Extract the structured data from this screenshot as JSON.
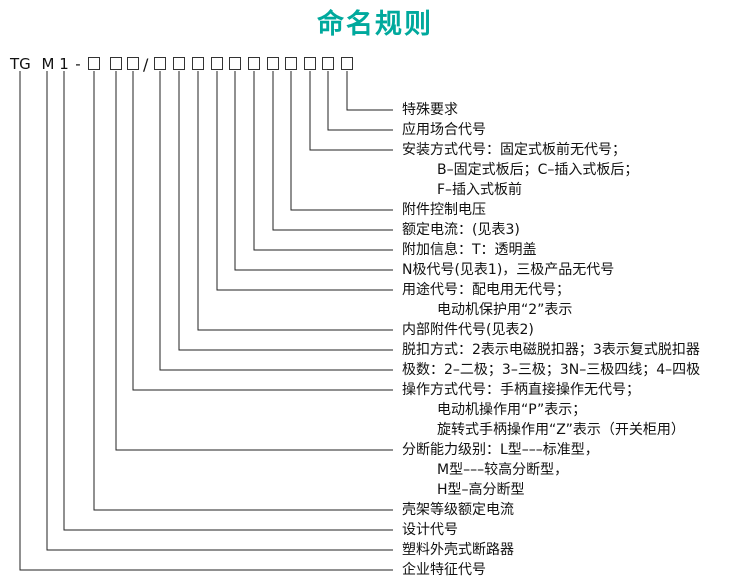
{
  "title": "命名规则",
  "code": {
    "prefix_tg": "TG",
    "prefix_m": "M",
    "prefix_1": "1",
    "dash": "-",
    "slash": "/"
  },
  "items": [
    "特殊要求",
    "应用场合代号",
    "安装方式代号：固定式板前无代号；",
    "B–固定式板后；C–插入式板后；",
    "F–插入式板前",
    "附件控制电压",
    "额定电流：(见表3)",
    "附加信息：T：透明盖",
    "N极代号(见表1)，三极产品无代号",
    "用途代号：配电用无代号；",
    "电动机保护用“2”表示",
    "内部附件代号(见表2)",
    "脱扣方式：2表示电磁脱扣器；3表示复式脱扣器",
    "极数：2–二极；3–三极；3N–三极四线；4–四极",
    "操作方式代号：手柄直接操作无代号；",
    "电动机操作用“P”表示；",
    "旋转式手柄操作用“Z”表示（开关柜用）",
    "分断能力级别：L型–––标准型，",
    "M型–––较高分断型，",
    "H型–高分断型",
    "壳架等级额定电流",
    "设计代号",
    "塑料外壳式断路器",
    "企业特征代号"
  ]
}
